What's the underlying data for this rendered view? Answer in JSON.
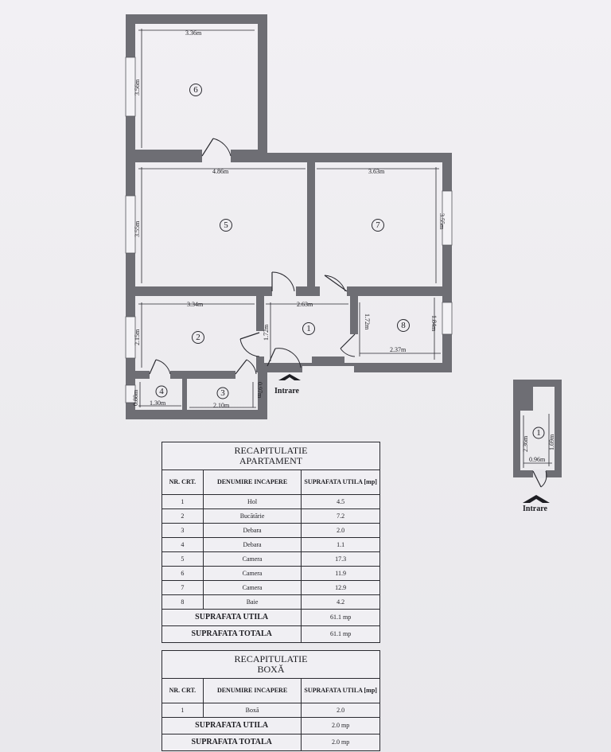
{
  "plan": {
    "dimensions": {
      "room6_width": "3.36m",
      "room6_height": "3.56m",
      "room5_width": "4.86m",
      "room5_height": "3.55m",
      "room7_width": "3.63m",
      "room7_height": "3.55m",
      "room2_width": "3.34m",
      "room2_height": "2.15m",
      "hall_width": "2.63m",
      "hall_height": "1.72m",
      "room8_height_left": "1.72m",
      "room8_height_right": "1.84m",
      "room8_width": "2.37m",
      "room4_height": "0.88m",
      "room4_width": "1.30m",
      "room3_width": "2.10m",
      "room3_height": "0.97m",
      "box_height_left": "2.36m",
      "box_height_right": "1.69m",
      "box_width": "0.96m"
    },
    "room_numbers": {
      "r1": "1",
      "r2": "2",
      "r3": "3",
      "r4": "4",
      "r5": "5",
      "r6": "6",
      "r7": "7",
      "r8": "8",
      "box": "1"
    },
    "entrance_label": "Intrare",
    "box_entrance_label": "Intrare"
  },
  "apartment_table": {
    "title_line1": "RECAPITULATIE",
    "title_line2": "APARTAMENT",
    "col_nr": "NR. CRT.",
    "col_name": "DENUMIRE INCAPERE",
    "col_area": "SUPRAFATA UTILA [mp]",
    "rows": [
      {
        "nr": "1",
        "name": "Hol",
        "area": "4.5"
      },
      {
        "nr": "2",
        "name": "Bucătărie",
        "area": "7.2"
      },
      {
        "nr": "3",
        "name": "Debara",
        "area": "2.0"
      },
      {
        "nr": "4",
        "name": "Debara",
        "area": "1.1"
      },
      {
        "nr": "5",
        "name": "Camera",
        "area": "17.3"
      },
      {
        "nr": "6",
        "name": "Camera",
        "area": "11.9"
      },
      {
        "nr": "7",
        "name": "Camera",
        "area": "12.9"
      },
      {
        "nr": "8",
        "name": "Baie",
        "area": "4.2"
      }
    ],
    "useful_label": "SUPRAFATA UTILA",
    "useful_value": "61.1 mp",
    "total_label": "SUPRAFATA TOTALA",
    "total_value": "61.1 mp"
  },
  "box_table": {
    "title_line1": "RECAPITULATIE",
    "title_line2": "BOXĂ",
    "col_nr": "NR. CRT.",
    "col_name": "DENUMIRE INCAPERE",
    "col_area": "SUPRAFATA UTILA [mp]",
    "rows": [
      {
        "nr": "1",
        "name": "Boxă",
        "area": "2.0"
      }
    ],
    "useful_label": "SUPRAFATA UTILA",
    "useful_value": "2.0 mp",
    "total_label": "SUPRAFATA TOTALA",
    "total_value": "2.0 mp"
  }
}
